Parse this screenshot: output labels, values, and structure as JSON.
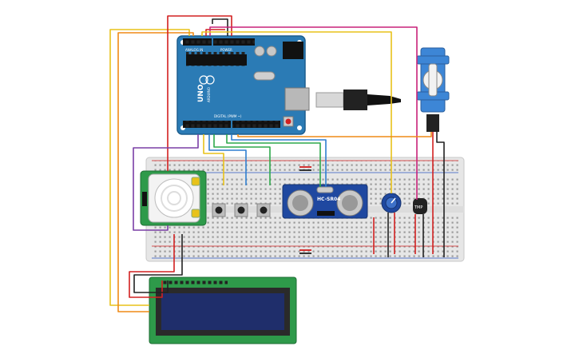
{
  "arduino": {
    "logo_text": "UNO",
    "brand_text": "ARDUINO",
    "digital_label": "DIGITAL (PWM ~)",
    "power_label": "POWER",
    "analog_label": "ANALOG IN"
  },
  "ultrasonic": {
    "label": "HC-SR04"
  },
  "temperature_sensor": {
    "label": "TMP"
  },
  "colors": {
    "arduino_board": "#2b7bb5",
    "breadboard": "#e6e6e6",
    "pcb_green": "#2e9a4a",
    "lcd_screen": "#1f2e6b",
    "wire_red": "#d22020",
    "wire_black": "#222222",
    "wire_yellow": "#e8c21a",
    "wire_orange": "#ef8a17",
    "wire_purple": "#7a3fa6",
    "wire_green": "#2da84a",
    "wire_blue": "#2f7fd0",
    "wire_pink": "#c8227a",
    "servo_blue": "#3d86d6"
  }
}
